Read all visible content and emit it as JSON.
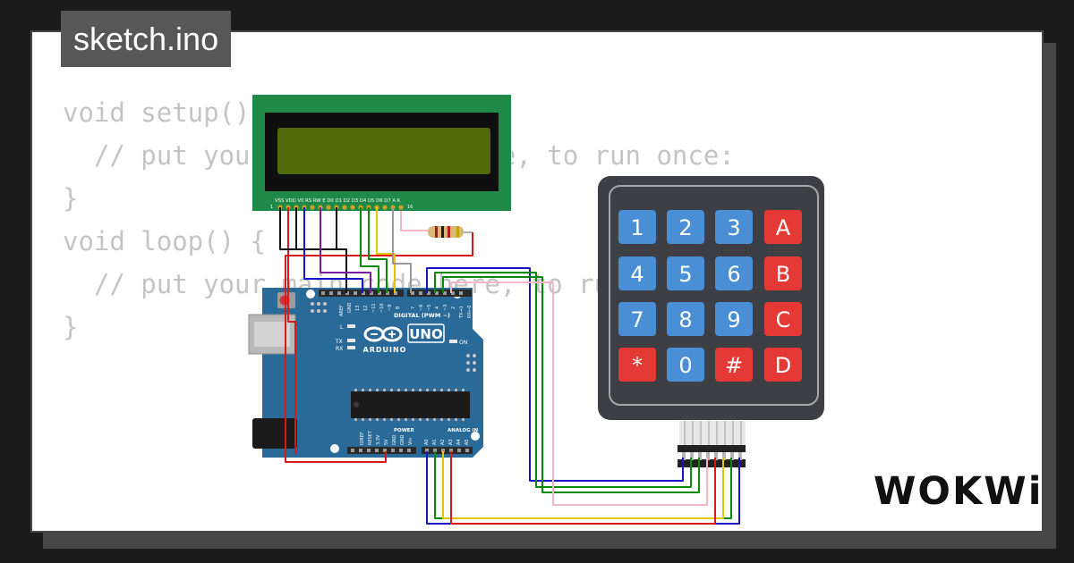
{
  "file_tab": {
    "label": "sketch.ino"
  },
  "editor": {
    "lines": [
      "void setup() {",
      "  // put your setup code here, to run once:",
      "",
      "}",
      "",
      "void loop() {",
      "  // put your main code here, to run repeatedly:",
      "",
      "}"
    ]
  },
  "lcd": {
    "pin_labels": "VSS VDD V0 RS RW E D0 D1 D2 D3 D4 D5 D6 D7 A K",
    "pin_first": "1",
    "pin_last": "16"
  },
  "arduino": {
    "model": "UNO",
    "brand": "ARDUINO",
    "digital_label": "DIGITAL (PWM ~)",
    "power_label": "POWER",
    "analog_label": "ANALOG IN",
    "on_label": "ON",
    "l_label": "L",
    "tx_label": "TX",
    "rx_label": "RX",
    "digital_pins": [
      "AREF",
      "GND",
      "13",
      "12",
      "~11",
      "~10",
      "~9",
      "8",
      "7",
      "~6",
      "~5",
      "4",
      "~3",
      "2",
      "TX→1",
      "RX←0"
    ],
    "power_pins": [
      "IOREF",
      "RESET",
      "3.3V",
      "5V",
      "GND",
      "GND",
      "Vin"
    ],
    "analog_pins": [
      "A0",
      "A1",
      "A2",
      "A3",
      "A4",
      "A5"
    ]
  },
  "keypad": {
    "keys": [
      "1",
      "2",
      "3",
      "A",
      "4",
      "5",
      "6",
      "B",
      "7",
      "8",
      "9",
      "C",
      "*",
      "0",
      "#",
      "D"
    ]
  },
  "branding": {
    "logo": "WOKWi"
  },
  "colors": {
    "board_blue": "#2a6a98",
    "lcd_pcb": "#1f8a47",
    "lcd_screen": "#506b0b",
    "key_blue": "#4a8fd6",
    "key_red": "#e53935",
    "keypad_body": "#3e3f44",
    "wire_red": "#d91a1a",
    "wire_blue": "#1515c8",
    "wire_green": "#0a8a0a",
    "wire_yellow": "#e3c800",
    "wire_pink": "#f4b6c2",
    "wire_purple": "#7a1aa0",
    "wire_black": "#111111",
    "wire_gray": "#9a9a9a"
  }
}
